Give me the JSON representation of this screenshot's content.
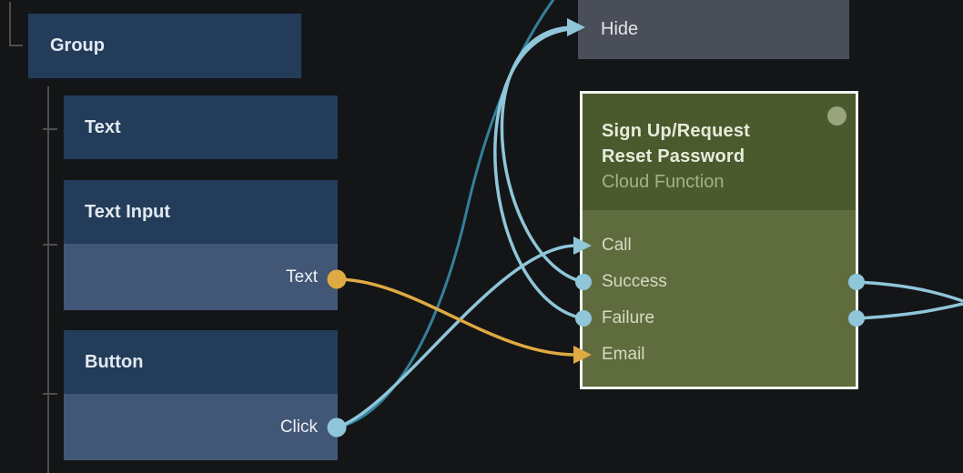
{
  "canvas": {
    "type": "node-editor-canvas"
  },
  "colors": {
    "background": "#141517",
    "node_blue_header": "#233c5a",
    "node_blue_port_row": "#425676",
    "node_gray": "#4a4e58",
    "node_olive_header": "#4b5a2d",
    "node_olive_body": "#5f6d3e",
    "selection_border": "#f2f3ee",
    "status_dot": "#99a37e",
    "signal_light": "#8fc6d9",
    "signal_dark": "#33809b",
    "data_yellow": "#deaa43",
    "tree_line": "#4e4e4e"
  },
  "nodes": {
    "group": {
      "title": "Group"
    },
    "text": {
      "title": "Text"
    },
    "text_input": {
      "title": "Text Input",
      "port": "Text"
    },
    "button": {
      "title": "Button",
      "port": "Click"
    },
    "hide": {
      "title": "Hide"
    },
    "cloud_function": {
      "title_line1": "Sign Up/Request",
      "title_line2": "Reset Password",
      "subtitle": "Cloud Function",
      "ports": {
        "call": "Call",
        "success": "Success",
        "failure": "Failure",
        "email": "Email"
      }
    }
  },
  "connections": [
    {
      "from": "Text Input.Text",
      "to": "Sign Up/Request Reset Password.Email",
      "kind": "data"
    },
    {
      "from": "Button.Click",
      "to": "Sign Up/Request Reset Password.Call",
      "kind": "signal"
    },
    {
      "from": "Button.Click",
      "to": "offscreen-top",
      "kind": "signal"
    },
    {
      "from": "Sign Up/Request Reset Password.Success",
      "to": "Hide",
      "kind": "signal"
    },
    {
      "from": "Sign Up/Request Reset Password.Failure",
      "to": "Hide",
      "kind": "signal"
    },
    {
      "from": "Sign Up/Request Reset Password.Success",
      "to": "offscreen-right",
      "kind": "signal"
    },
    {
      "from": "Sign Up/Request Reset Password.Failure",
      "to": "offscreen-right",
      "kind": "signal"
    }
  ]
}
